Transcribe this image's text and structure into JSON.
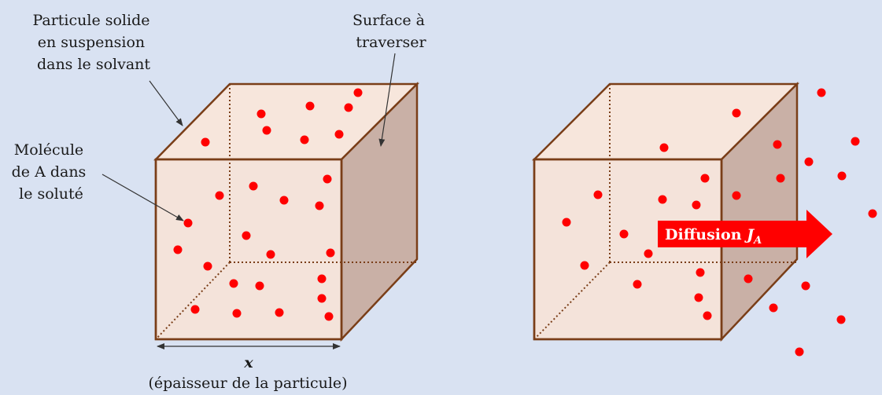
{
  "labels": {
    "particle_line1": "Particule solide",
    "particle_line2": "en suspension",
    "particle_line3": "dans le solvant",
    "surface_line1": "Surface à",
    "surface_line2": "traverser",
    "molecule_line1": "Molécule",
    "molecule_line2": "de A dans",
    "molecule_line3": "le soluté",
    "dimension_symbol": "x",
    "dimension_caption": "(épaisseur de la particule)",
    "diffusion_text": "Diffusion ",
    "diffusion_symbol": "J",
    "diffusion_subscript": "A"
  },
  "colors": {
    "background": "#d9e2f2",
    "cube_front": "#f6e3d8",
    "cube_top": "#f7e6dc",
    "cube_side": "#c9b0a6",
    "cube_edge": "#7a3e18",
    "molecule": "#ff0000",
    "arrow": "#ff0000"
  }
}
